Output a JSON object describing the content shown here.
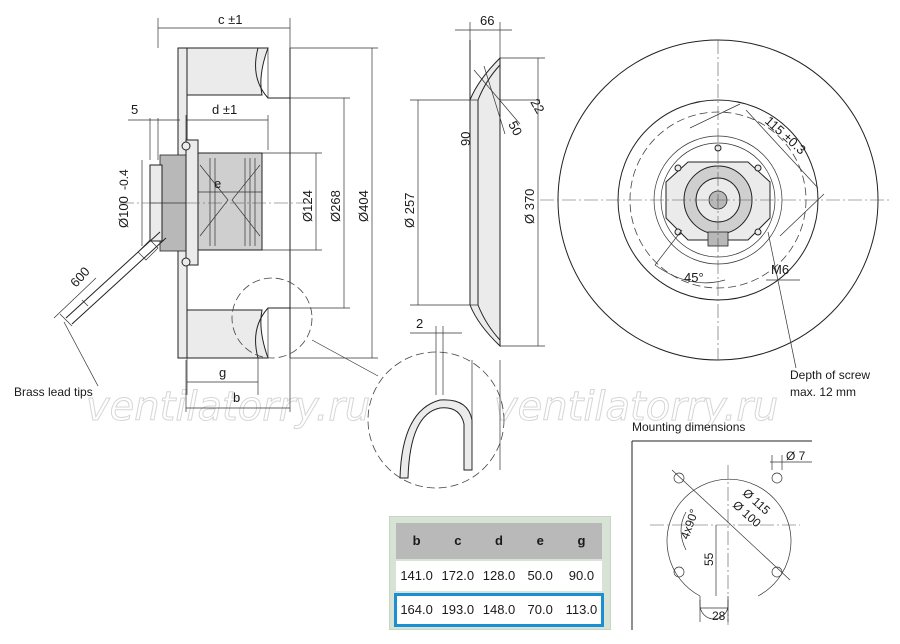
{
  "watermark": [
    "ventilatorry.ru",
    "ventilatorry.ru"
  ],
  "labels": {
    "c_tol": "c ±1",
    "d_tol": "d ±1",
    "five": "5",
    "e": "e",
    "g": "g",
    "b": "b",
    "d100": "Ø100",
    "d100_tol": "-0.4",
    "d124": "Ø124",
    "d268": "Ø268",
    "d404": "Ø404",
    "len600": "600",
    "brass": "Brass lead tips",
    "w66": "66",
    "a90": "90",
    "a50": "50",
    "a22": "22",
    "d257": "Ø 257",
    "d370": "Ø 370",
    "two": "2",
    "pcd115": "115 ±0.3",
    "ang45": "45°",
    "m6": "M6",
    "screw1": "Depth of screw",
    "screw2": "max. 12 mm",
    "mount_title": "Mounting dimensions",
    "m_d7": "Ø 7",
    "m_d115": "Ø 115",
    "m_d100": "Ø 100",
    "m_4x90": "4x90°",
    "m_55": "55",
    "m_28": "28"
  },
  "table": {
    "headers": [
      "b",
      "c",
      "d",
      "e",
      "g"
    ],
    "rows": [
      [
        "141.0",
        "172.0",
        "128.0",
        "50.0",
        "90.0"
      ],
      [
        "164.0",
        "193.0",
        "148.0",
        "70.0",
        "113.0"
      ]
    ],
    "highlight_color": "#1a8fd1"
  }
}
